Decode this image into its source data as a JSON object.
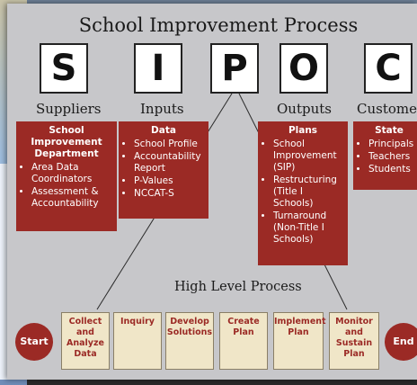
{
  "title": "School Improvement Process",
  "letters": [
    "S",
    "I",
    "P",
    "O",
    "C"
  ],
  "columns": [
    "Suppliers",
    "Inputs",
    "Outputs",
    "Customers"
  ],
  "suppliers_box": {
    "heading": "School Improvement Department",
    "items": [
      "Area Data Coordinators",
      "Assessment & Accountability"
    ]
  },
  "inputs_box": {
    "heading": "Data",
    "items": [
      "School Profile",
      "Accountability Report",
      "P-Values",
      "NCCAT-S"
    ]
  },
  "outputs_box": {
    "heading": "Plans",
    "items": [
      "School Improvement (SIP)",
      "Restructuring (Title I Schools)",
      "Turnaround (Non-Title I Schools)"
    ]
  },
  "customers_box": {
    "heading": "State",
    "items": [
      "Principals",
      "Teachers",
      "Students"
    ]
  },
  "process_title": "High Level Process",
  "start_label": "Start",
  "end_label": "End",
  "steps": [
    "Collect and Analyze Data",
    "Inquiry",
    "Develop Solutions",
    "Create Plan",
    "Implement Plan",
    "Monitor and Sustain Plan"
  ]
}
